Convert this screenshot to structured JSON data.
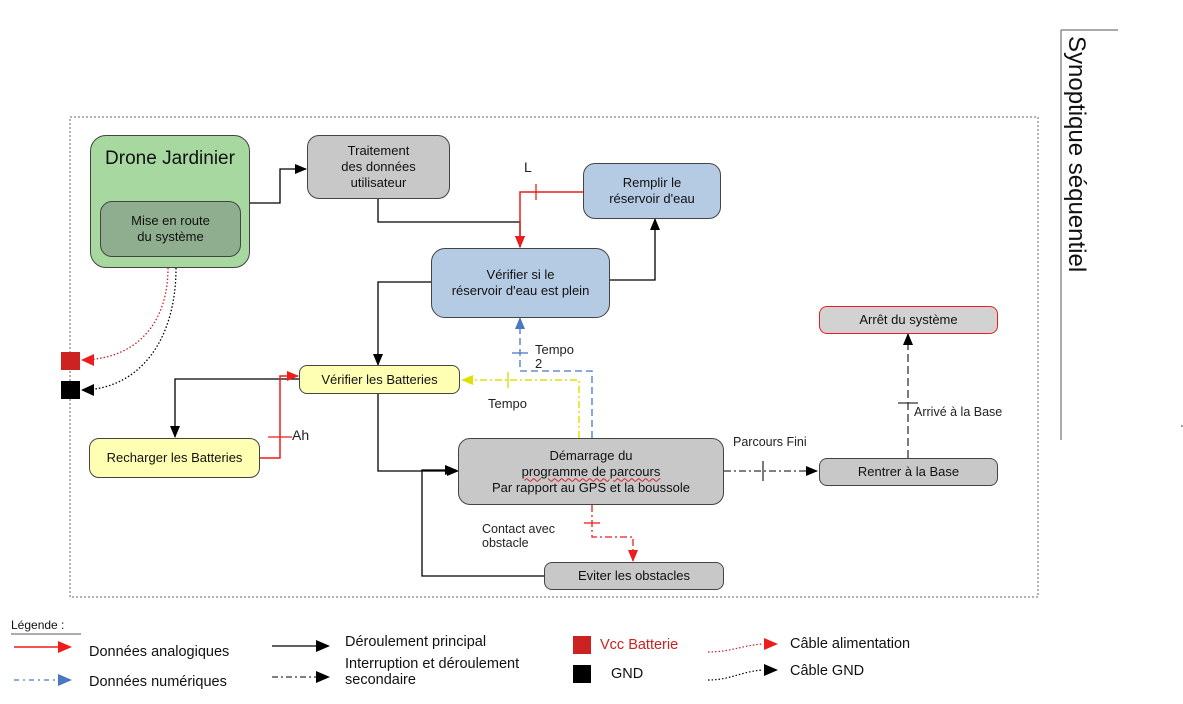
{
  "title": "Synoptique séquentiel",
  "boxes": {
    "drone": "Drone Jardinier",
    "mise_en_route": "Mise en route\ndu système",
    "traitement": "Traitement\ndes données\nutilisateur",
    "remplir": "Remplir le\nréservoir d'eau",
    "verifier_reservoir": "Vérifier si le\nréservoir d'eau est plein",
    "arret": "Arrêt du système",
    "verifier_batteries": "Vérifier les Batteries",
    "recharger": "Recharger les Batteries",
    "demarrage_l1": "Démarrage du",
    "demarrage_l2": "programme de parcours",
    "demarrage_l3": "Par rapport au GPS et la boussole",
    "rentrer": "Rentrer à la Base",
    "eviter": "Eviter les obstacles"
  },
  "labels": {
    "l": "L",
    "tempo2": "Tempo\n2",
    "tempo": "Tempo",
    "ah": "Ah",
    "parcours_fini": "Parcours Fini",
    "arrive_base": "Arrivé à la Base",
    "contact_obstacle": "Contact avec\nobstacle"
  },
  "legend": {
    "heading": "Légende :",
    "analog": "Données analogiques",
    "digital": "Données numériques",
    "main_flow": "Déroulement principal",
    "interrupt": "Interruption et déroulement\nsecondaire",
    "vcc": "Vcc Batterie",
    "gnd": "GND",
    "cable_power": "Câble alimentation",
    "cable_gnd": "Câble GND"
  },
  "colors": {
    "analog_red": "#ee1c1c",
    "digital_blue": "#4a78c0",
    "tempo_yellow": "#e0e000",
    "vcc_red": "#cc2222",
    "gnd_black": "#000000",
    "box_gray": "#c8c8c8",
    "box_blue": "#b5cbe4",
    "box_yellow": "#ffffb3",
    "box_green": "#a6d8a0"
  }
}
